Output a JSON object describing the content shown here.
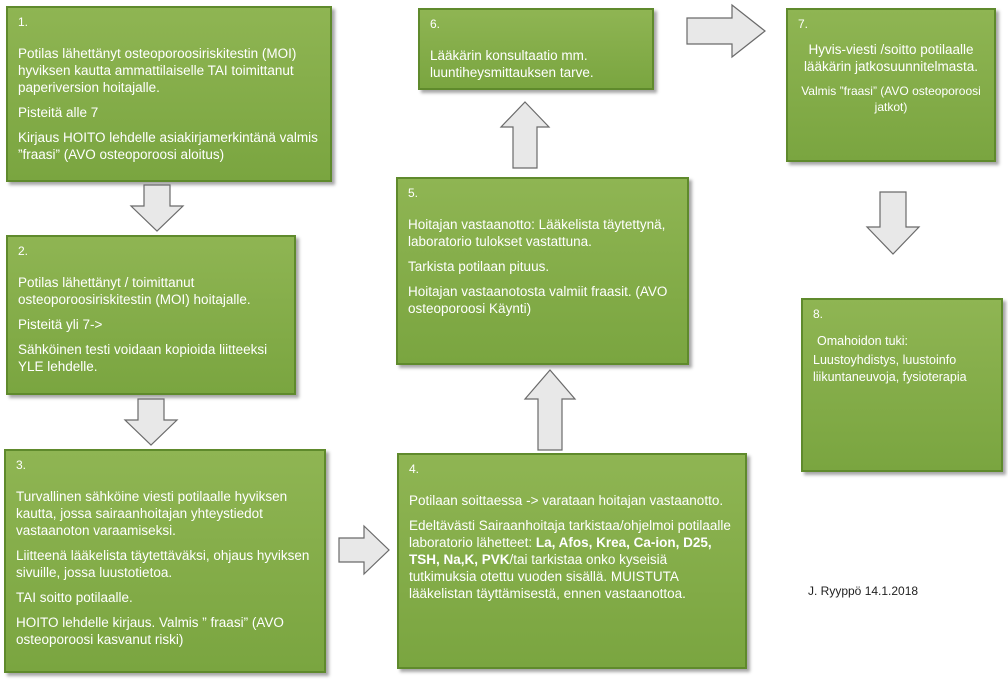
{
  "boxes": {
    "b1": {
      "num": "1.",
      "p1": "Potilas lähettänyt osteoporoosiriskitestin (MOI) hyviksen kautta ammattilaiselle TAI toimittanut paperiversion hoitajalle.",
      "p2": "Pisteitä alle 7",
      "p3": "Kirjaus HOITO lehdelle asiakirjamerkintänä valmis ”fraasi” (AVO osteoporoosi aloitus)"
    },
    "b2": {
      "num": "2.",
      "p1": "Potilas lähettänyt /  toimittanut osteoporoosiriskitestin (MOI) hoitajalle.",
      "p2": "Pisteitä yli 7->",
      "p3": "Sähköinen testi voidaan kopioida liitteeksi YLE lehdelle."
    },
    "b3": {
      "num": "3.",
      "p1": "Turvallinen sähköine viesti potilaalle hyviksen kautta, jossa sairaanhoitajan yhteystiedot vastaanoton varaamiseksi.",
      "p2": "Liitteenä lääkelista täytettäväksi, ohjaus hyviksen sivuille, jossa luustotietoa.",
      "p3": "TAI soitto potilaalle.",
      "p4": "HOITO lehdelle kirjaus. Valmis ” fraasi” (AVO osteoporoosi kasvanut riski)"
    },
    "b4": {
      "num": "4.",
      "p1": "Potilaan soittaessa -> varataan hoitajan vastaanotto.",
      "p2a": "Edeltävästi Sairaanhoitaja tarkistaa/ohjelmoi potilaalle laboratorio lähetteet: ",
      "p2bold": "La, Afos, Krea, Ca-ion, D25, TSH, Na,K, PVK",
      "p2b": "/tai tarkistaa onko kyseisiä tutkimuksia otettu vuoden sisällä. MUISTUTA lääkelistan täyttämisestä, ennen vastaanottoa."
    },
    "b5": {
      "num": "5.",
      "p1": "Hoitajan vastaanotto: Lääkelista täytettynä, laboratorio tulokset vastattuna.",
      "p2": "Tarkista potilaan pituus.",
      "p3": "Hoitajan vastaanotosta valmiit fraasit. (AVO osteoporoosi Käynti)"
    },
    "b6": {
      "num": "6.",
      "p1": "Lääkärin konsultaatio mm. luuntiheysmittauksen tarve."
    },
    "b7": {
      "num": "7.",
      "p1": "Hyvis-viesti /soitto potilaalle lääkärin jatkosuunnitelmasta.",
      "p2": "Valmis ”fraasi” (AVO osteoporoosi jatkot)"
    },
    "b8": {
      "num": "8.",
      "p1": "Omahoidon tuki:",
      "p2": "Luustoyhdistys, luustoinfo liikuntaneuvoja, fysioterapia"
    }
  },
  "author": "J. Ryyppö 14.1.2018",
  "colors": {
    "box_fill": "#82ad48",
    "box_border": "#5f8a2c",
    "arrow_fill": "#e8e8e8",
    "arrow_stroke": "#6a6a6a"
  }
}
